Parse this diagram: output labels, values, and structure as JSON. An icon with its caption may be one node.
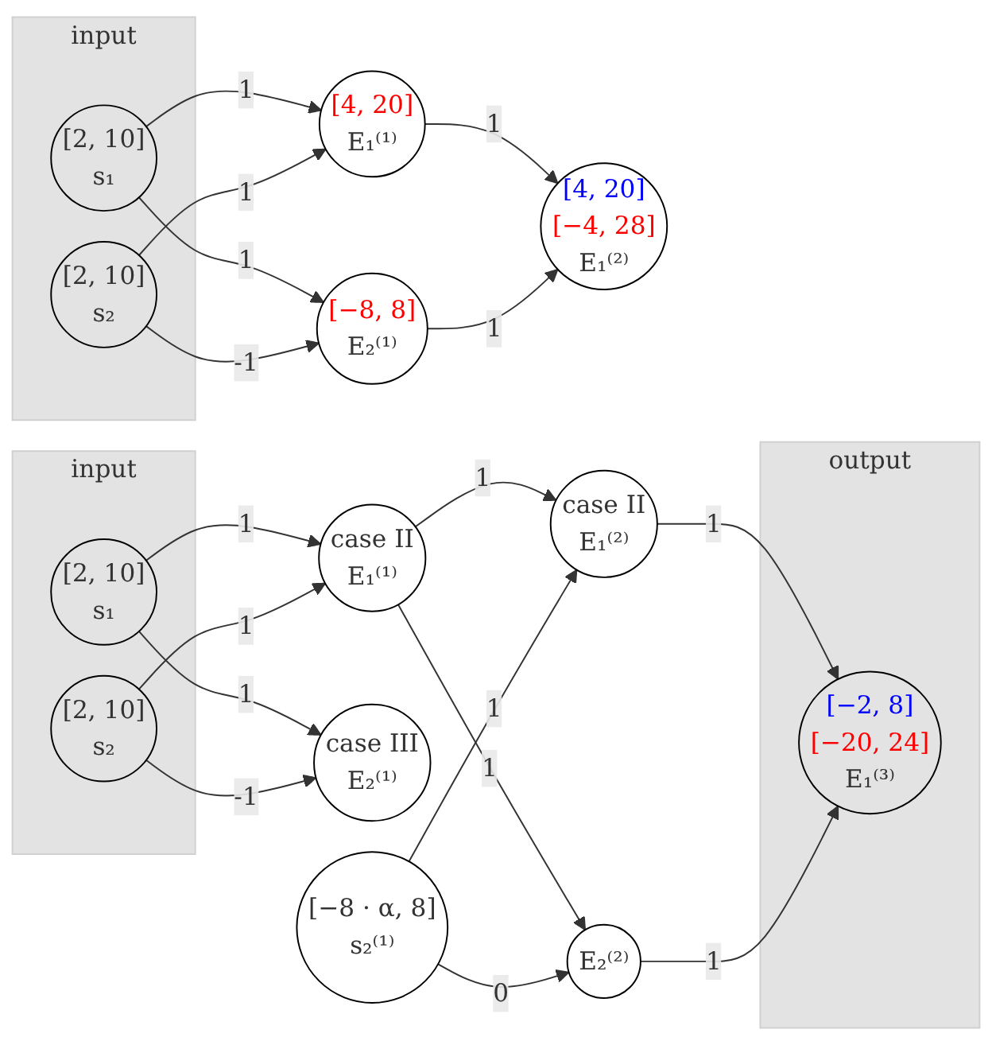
{
  "diagram": {
    "nodes": [
      {
        "text": [
          "input"
        ]
      },
      {
        "text": [
          "[2, 10]",
          "s₁"
        ],
        "in": 0
      },
      {
        "text": [
          "[2, 10]",
          "s₂"
        ],
        "in": 0
      },
      {
        "text": [
          "[4, 20]",
          "E₁⁽¹⁾"
        ]
      },
      {
        "text": [
          "[−8, 8]",
          "E₂⁽¹⁾"
        ]
      },
      {
        "text": [
          "[4, 20]",
          "[−4, 28]",
          "E₁⁽²⁾"
        ]
      },
      {
        "text": [
          "input"
        ]
      },
      {
        "text": [
          "[2, 10]",
          "s₁"
        ],
        "in": 6
      },
      {
        "text": [
          "[2, 10]",
          "s₂"
        ],
        "in": 6
      },
      {
        "text": [
          "case II",
          "E₁⁽¹⁾"
        ]
      },
      {
        "text": [
          "case III",
          "E₂⁽¹⁾"
        ]
      },
      {
        "text": [
          "case II",
          "E₁⁽²⁾"
        ]
      },
      {
        "text": [
          "E₂⁽²⁾"
        ]
      },
      {
        "text": [
          "[−8 · α, 8]",
          "s₂⁽¹⁾"
        ]
      },
      {
        "text": [
          "output"
        ]
      },
      {
        "text": [
          "[−2, 8]",
          "[−20, 24]",
          "E₁⁽³⁾"
        ],
        "in": 14
      }
    ],
    "edges": [
      {
        "from": 1,
        "to": 3,
        "arrow": "to",
        "label": "1"
      },
      {
        "from": 1,
        "to": 4,
        "arrow": "to",
        "label": "1"
      },
      {
        "from": 2,
        "to": 3,
        "arrow": "to",
        "label": "1"
      },
      {
        "from": 2,
        "to": 4,
        "arrow": "to",
        "label": "-1"
      },
      {
        "from": 3,
        "to": 5,
        "arrow": "to",
        "label": "1"
      },
      {
        "from": 4,
        "to": 5,
        "arrow": "to",
        "label": "1"
      },
      {
        "from": 7,
        "to": 9,
        "arrow": "to",
        "label": "1"
      },
      {
        "from": 7,
        "to": 10,
        "arrow": "to",
        "label": "1"
      },
      {
        "from": 8,
        "to": 9,
        "arrow": "to",
        "label": "1"
      },
      {
        "from": 8,
        "to": 10,
        "arrow": "to",
        "label": "-1"
      },
      {
        "from": 9,
        "to": 11,
        "arrow": "to",
        "label": "1"
      },
      {
        "from": 9,
        "to": 12,
        "arrow": "to",
        "label": "1"
      },
      {
        "from": 13,
        "to": 11,
        "arrow": "to",
        "label": "1"
      },
      {
        "from": 13,
        "to": 12,
        "arrow": "to",
        "label": "0"
      },
      {
        "from": 11,
        "to": 15,
        "arrow": "to",
        "label": "1"
      },
      {
        "from": 12,
        "to": 15,
        "arrow": "to",
        "label": "1"
      }
    ]
  }
}
